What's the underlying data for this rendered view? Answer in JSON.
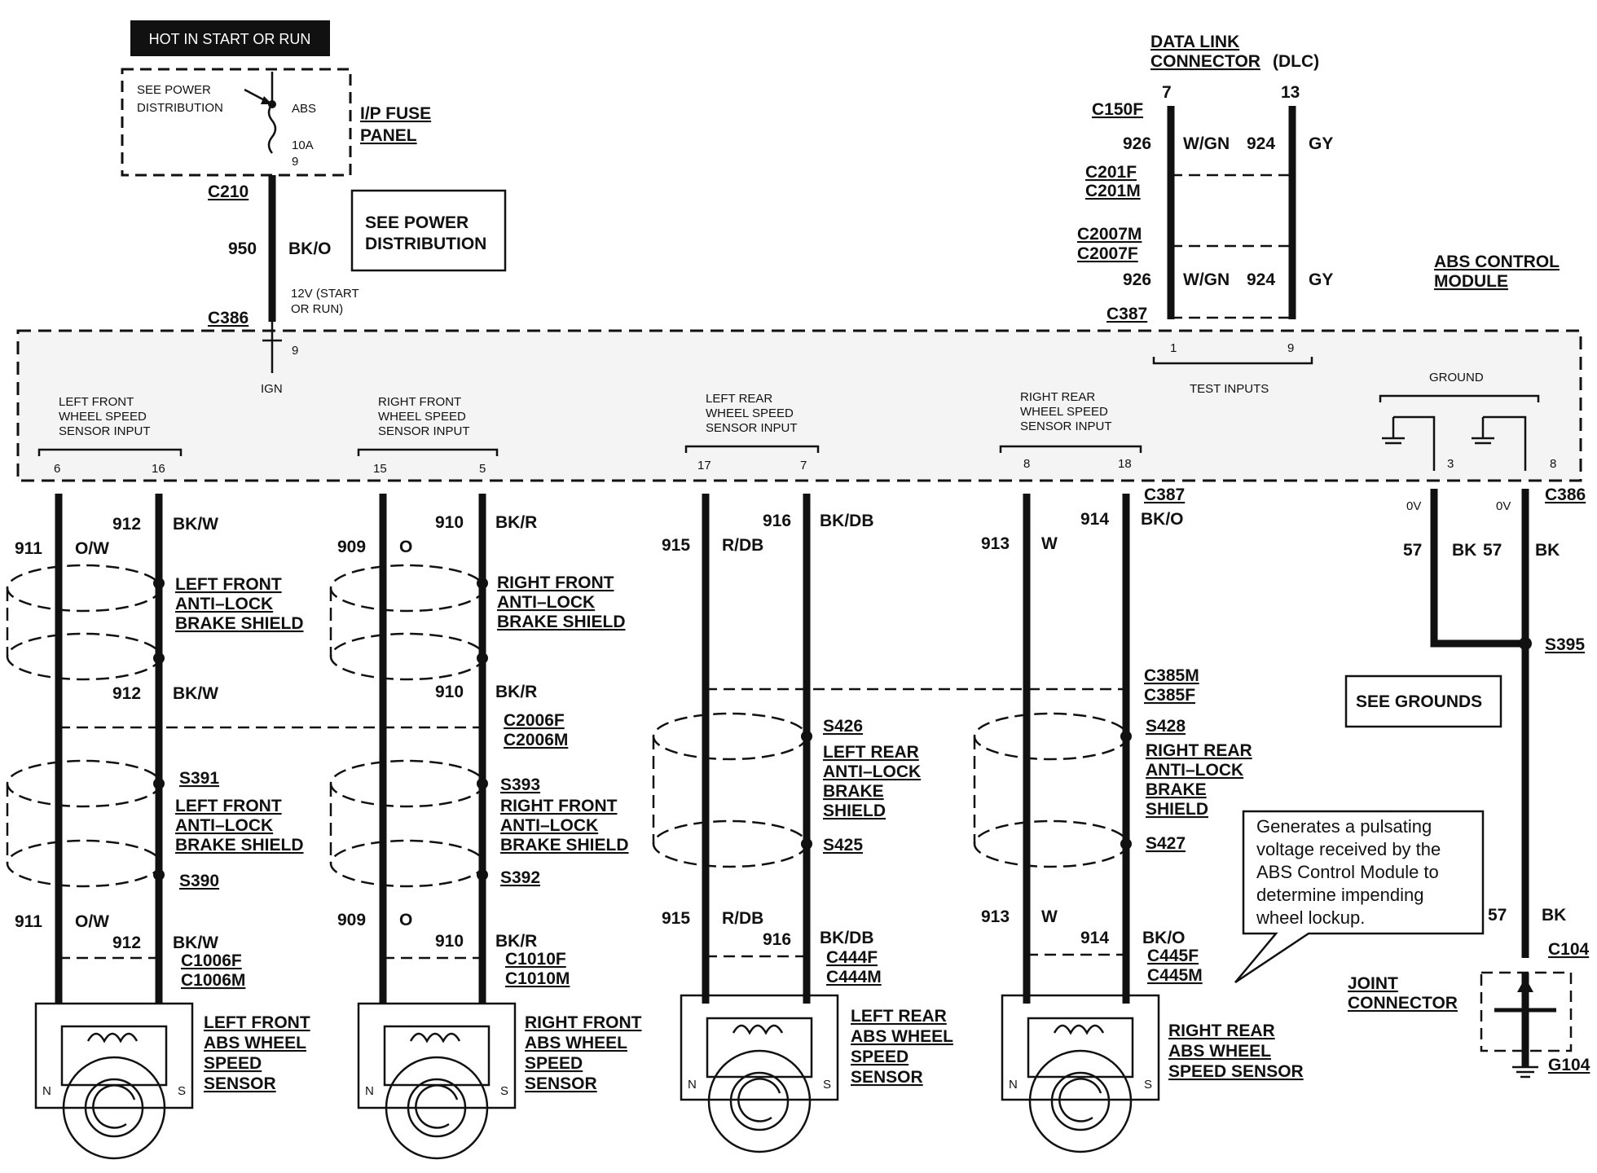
{
  "header": {
    "hot_label": "HOT IN START OR RUN",
    "see_power_small": [
      "SEE POWER",
      "DISTRIBUTION"
    ],
    "fuse_name": "ABS",
    "fuse_rating": "10A",
    "fuse_pin": "9",
    "fuse_panel": [
      "I/P FUSE",
      "PANEL"
    ],
    "see_power_box": [
      "SEE POWER",
      "DISTRIBUTION"
    ],
    "c210": "C210",
    "c386_top": "C386",
    "wire_950": "950",
    "color_950": "BK/O",
    "voltage_note": [
      "12V (START",
      "OR RUN)"
    ]
  },
  "dlc": {
    "title": [
      "DATA LINK",
      "CONNECTOR"
    ],
    "title_suffix": "(DLC)",
    "pin_left": "7",
    "pin_right": "13",
    "c150f": "C150F",
    "c201": [
      "C201F",
      "C201M"
    ],
    "c2007": [
      "C2007M",
      "C2007F"
    ],
    "c387_top": "C387",
    "wire_926": "926",
    "color_wgn": "W/GN",
    "wire_924": "924",
    "color_gy": "GY"
  },
  "module": {
    "title": [
      "ABS CONTROL",
      "MODULE"
    ],
    "pin_9": "9",
    "ign": "IGN",
    "inputs": [
      {
        "lines": [
          "LEFT FRONT",
          "WHEEL SPEED",
          "SENSOR INPUT"
        ],
        "pins": [
          "6",
          "16"
        ]
      },
      {
        "lines": [
          "RIGHT FRONT",
          "WHEEL SPEED",
          "SENSOR INPUT"
        ],
        "pins": [
          "15",
          "5"
        ]
      },
      {
        "lines": [
          "LEFT REAR",
          "WHEEL SPEED",
          "SENSOR INPUT"
        ],
        "pins": [
          "17",
          "7"
        ]
      },
      {
        "lines": [
          "RIGHT REAR",
          "WHEEL SPEED",
          "SENSOR INPUT"
        ],
        "pins": [
          "8",
          "18"
        ]
      }
    ],
    "test_inputs": "TEST INPUTS",
    "test_pins": [
      "1",
      "9"
    ],
    "ground": "GROUND",
    "ground_pins": [
      "3",
      "8"
    ]
  },
  "circuits": [
    {
      "wire_a": "911",
      "color_a": "O/W",
      "wire_b": "912",
      "color_b": "BK/W",
      "shield_top": [
        "LEFT FRONT",
        "ANTI–LOCK",
        "BRAKE SHIELD"
      ],
      "shield_bottom": [
        "LEFT FRONT",
        "ANTI–LOCK",
        "BRAKE SHIELD"
      ],
      "splice_top": "S391",
      "splice_bottom": "S390",
      "connector": [
        "C1006F",
        "C1006M"
      ],
      "sensor": [
        "LEFT FRONT",
        "ABS WHEEL",
        "SPEED",
        "SENSOR"
      ]
    },
    {
      "wire_a": "909",
      "color_a": "O",
      "wire_b": "910",
      "color_b": "BK/R",
      "shield_top": [
        "RIGHT FRONT",
        "ANTI–LOCK",
        "BRAKE SHIELD"
      ],
      "shield_bottom": [
        "RIGHT FRONT",
        "ANTI–LOCK",
        "BRAKE SHIELD"
      ],
      "splice_top": "S393",
      "splice_bottom": "S392",
      "mid_connector": [
        "C2006F",
        "C2006M"
      ],
      "connector": [
        "C1010F",
        "C1010M"
      ],
      "sensor": [
        "RIGHT FRONT",
        "ABS WHEEL",
        "SPEED",
        "SENSOR"
      ]
    },
    {
      "wire_a": "915",
      "color_a": "R/DB",
      "wire_b": "916",
      "color_b": "BK/DB",
      "shield_bottom": [
        "LEFT REAR",
        "ANTI–LOCK",
        "BRAKE",
        "SHIELD"
      ],
      "splice_top": "S426",
      "splice_bottom": "S425",
      "connector": [
        "C444F",
        "C444M"
      ],
      "sensor": [
        "LEFT REAR",
        "ABS WHEEL",
        "SPEED",
        "SENSOR"
      ]
    },
    {
      "wire_a": "913",
      "color_a": "W",
      "wire_b": "914",
      "color_b": "BK/O",
      "shield_bottom": [
        "RIGHT REAR",
        "ANTI–LOCK",
        "BRAKE",
        "SHIELD"
      ],
      "splice_top": "S428",
      "splice_bottom": "S427",
      "mid_connector": [
        "C385M",
        "C385F"
      ],
      "connector": [
        "C445F",
        "C445M"
      ],
      "sensor": [
        "RIGHT REAR",
        "ABS WHEEL",
        "SPEED SENSOR"
      ]
    }
  ],
  "ground_circuit": {
    "c387": "C387",
    "c386": "C386",
    "volt_left": "0V",
    "volt_right": "0V",
    "wire_57": "57",
    "color_bk": "BK",
    "s395": "S395",
    "see_grounds": "SEE GROUNDS",
    "c104": "C104",
    "joint": [
      "JOINT",
      "CONNECTOR"
    ],
    "g104": "G104"
  },
  "callout": [
    "Generates a pulsating",
    "voltage received by the",
    "ABS Control Module to",
    "determine impending",
    "wheel lockup."
  ]
}
